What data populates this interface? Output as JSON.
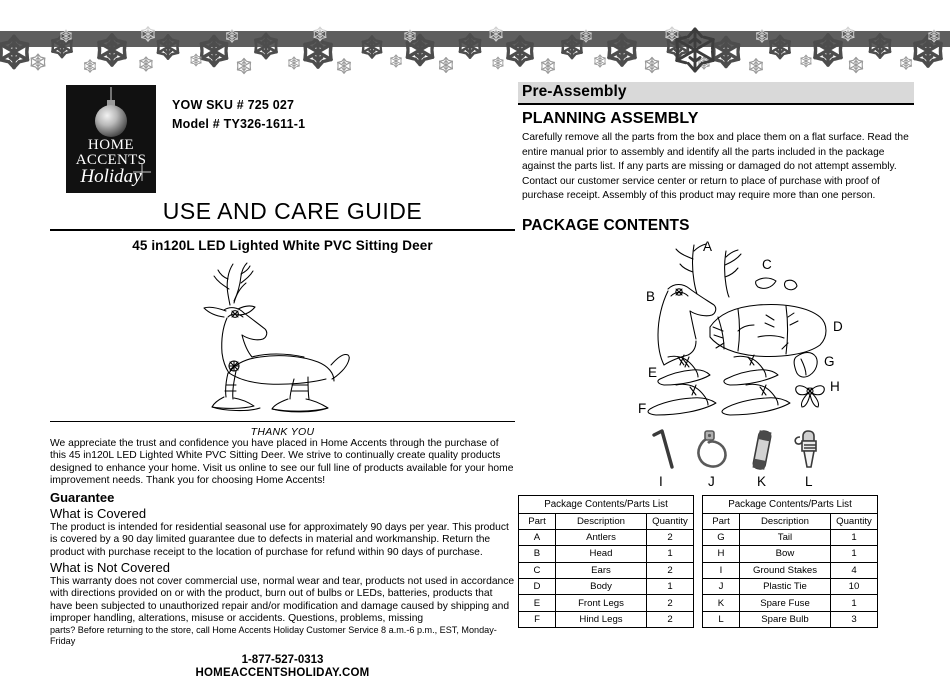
{
  "header": {
    "decoration": "snowflake-border"
  },
  "brand": {
    "logo_line1": "HOME",
    "logo_line2": "ACCENTS",
    "logo_line3": "Holiday",
    "sku": "YOW SKU # 725 027",
    "model": "Model # TY326-1611-1"
  },
  "document": {
    "title": "USE AND CARE GUIDE",
    "product_name": "45 in120L LED Lighted White PVC Sitting Deer",
    "thank_you_heading": "THANK YOU",
    "thank_you_body": "We appreciate the trust and confidence you have placed in Home Accents through the purchase of this 45 in120L LED Lighted White PVC Sitting Deer. We strive to continually create quality products designed to enhance your home. Visit us online to see our full line of products available for your home improvement needs. Thank you for choosing Home Accents!"
  },
  "guarantee": {
    "heading": "Guarantee",
    "covered_heading": "What is Covered",
    "covered_body": "The product is intended for residential seasonal use for approximately 90 days per year. This product is covered by a 90 day limited guarantee due to defects in material and workmanship. Return the product with purchase receipt to the location of purchase for refund within 90 days of purchase.",
    "not_covered_heading": "What is Not Covered",
    "not_covered_body": "This warranty does not cover commercial use, normal wear and tear, products not used in accordance with directions provided on or with the product, burn out of bulbs or LEDs, batteries, products that have been subjected to unauthorized repair and/or modification and damage caused by shipping and improper handling, alterations, misuse or accidents. Questions, problems, missing",
    "not_covered_body_last": "parts? Before returning to the store, call Home Accents Holiday Customer Service 8 a.m.-6 p.m., EST, Monday-Friday"
  },
  "contact": {
    "phone": "1-877-527-0313",
    "website": "HOMEACCENTSHOLIDAY.COM"
  },
  "pre_assembly": {
    "banner": "Pre-Assembly",
    "planning_heading": "PLANNING ASSEMBLY",
    "planning_body": "Carefully remove all the parts from the box and place them on a flat surface. Read the entire manual prior to assembly and identify all the parts included in the package against the parts list. If any parts are missing or damaged do not attempt assembly. Contact our customer service center or return to place of purchase with proof of purchase receipt. Assembly of this product may require more than one person.",
    "package_heading": "PACKAGE CONTENTS"
  },
  "diagram_labels": {
    "deer_parts": [
      "A",
      "B",
      "C",
      "D",
      "E",
      "F",
      "G",
      "H"
    ],
    "hardware": [
      "I",
      "J",
      "K",
      "L"
    ]
  },
  "tables": {
    "left": {
      "title": "Package Contents/Parts List",
      "columns": [
        "Part",
        "Description",
        "Quantity"
      ],
      "rows": [
        [
          "A",
          "Antlers",
          "2"
        ],
        [
          "B",
          "Head",
          "1"
        ],
        [
          "C",
          "Ears",
          "2"
        ],
        [
          "D",
          "Body",
          "1"
        ],
        [
          "E",
          "Front Legs",
          "2"
        ],
        [
          "F",
          "Hind   Legs",
          "2"
        ]
      ]
    },
    "right": {
      "title": "Package Contents/Parts List",
      "columns": [
        "Part",
        "Description",
        "Quantity"
      ],
      "rows": [
        [
          "G",
          "Tail",
          "1"
        ],
        [
          "H",
          "Bow",
          "1"
        ],
        [
          "I",
          "Ground Stakes",
          "4"
        ],
        [
          "J",
          "Plastic Tie",
          "10"
        ],
        [
          "K",
          "Spare Fuse",
          "1"
        ],
        [
          "L",
          "Spare Bulb",
          "3"
        ]
      ]
    }
  },
  "colors": {
    "snow_band": "#5e5e5e",
    "banner_bg": "#d9d9d9",
    "logo_bg": "#111111"
  }
}
